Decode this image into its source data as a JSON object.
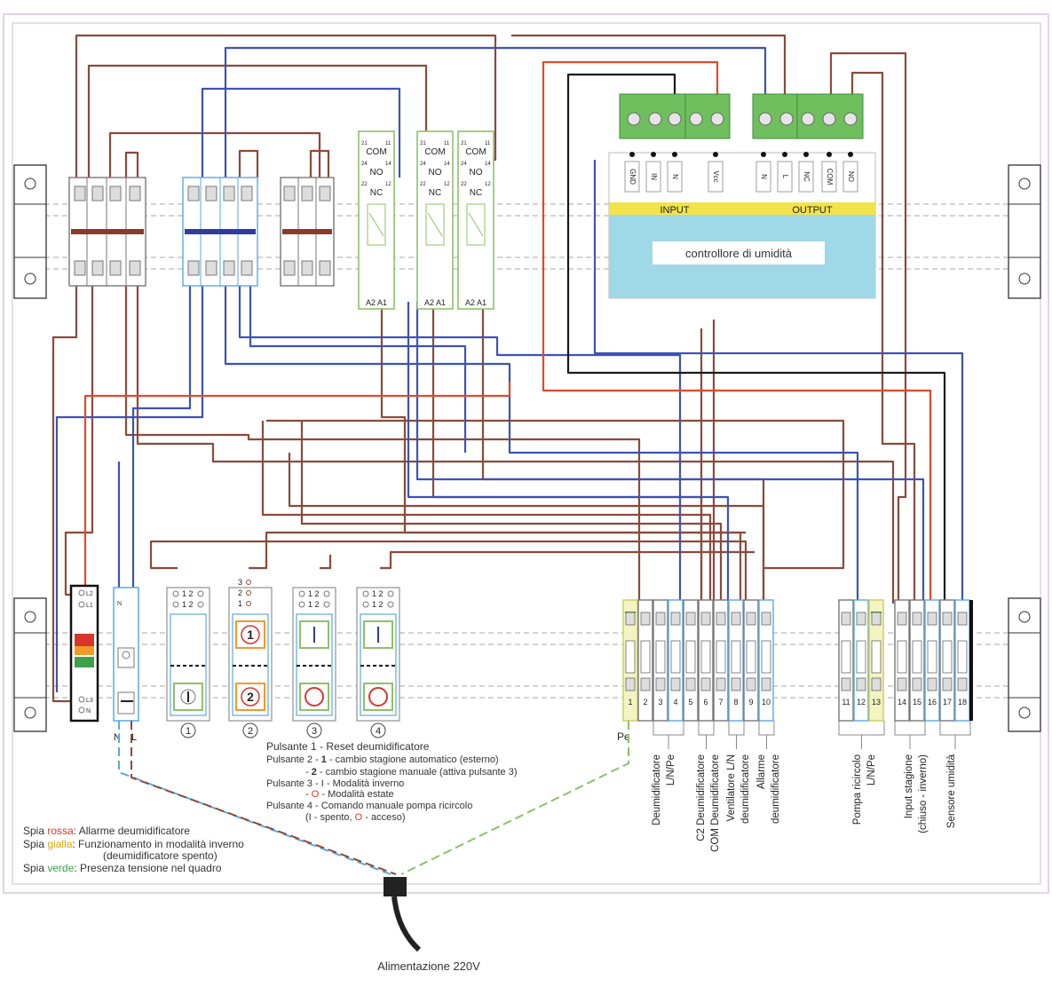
{
  "controller": {
    "title": "controllore di umidità",
    "input_label": "INPUT",
    "output_label": "OUTPUT",
    "input_pins": [
      "GND",
      "IN",
      "N",
      "Vcc"
    ],
    "output_pins": [
      "N",
      "L",
      "NC",
      "COM",
      "NO"
    ]
  },
  "relays": {
    "com": "COM",
    "no": "NO",
    "nc": "NC",
    "coil": "A2 A1",
    "pin_top_left": "21",
    "pin_top_right": "11",
    "pin_mid_left": "24",
    "pin_mid_right": "14",
    "pin_bot_left": "22",
    "pin_bot_right": "12"
  },
  "buttons": {
    "numbers": [
      "1",
      "2",
      "3",
      "4"
    ],
    "pin_pair": "1 2",
    "pin_3": "3",
    "pin_2": "2",
    "pin_1": "1",
    "face_1": "1",
    "face_2": "2"
  },
  "breaker": {
    "n": "N",
    "l": "L",
    "n_pin": "N"
  },
  "lamps": {
    "l1": "L1",
    "l2": "L2",
    "l3": "L3",
    "n": "N"
  },
  "terminals": {
    "pe_label": "Pe",
    "numbers": [
      "1",
      "2",
      "3",
      "4",
      "5",
      "6",
      "7",
      "8",
      "9",
      "10",
      "11",
      "12",
      "13",
      "14",
      "15",
      "16",
      "17",
      "18"
    ],
    "groups": [
      {
        "line1": "Deumidificatore",
        "line2": "L/N/Pe"
      },
      {
        "line1": "C2 Deumidificatore",
        "line2": "COM Deumidificatore"
      },
      {
        "line1": "Ventilatore L/N",
        "line2": "deumidificatore"
      },
      {
        "line1": "Allarme",
        "line2": "deumidificatore"
      },
      {
        "line1": "Pompa ricircolo",
        "line2": "L/N/Pe"
      },
      {
        "line1": "Input stagione",
        "line2": "(chiuso - inverno)"
      },
      {
        "line1": "Sensore umidità",
        "line2": ""
      }
    ]
  },
  "notes": {
    "p1": "Pulsante 1 - Reset deumidificatore",
    "p2a_pre": "Pulsante 2 - ",
    "p2a_bold": "1",
    "p2a_post": " - cambio stagione automatico (esterno)",
    "p2b_pre": "- ",
    "p2b_bold": "2",
    "p2b_post": " - cambio stagione manuale (attiva pulsante 3)",
    "p3": "Pulsante 3 - I - Modalità inverno",
    "p3b_pre": "- ",
    "p3b_o": "O",
    "p3b_post": " - Modalità estate",
    "p4": "Pulsante 4 - Comando manuale pompa ricircolo",
    "p4b_pre": "(I - spento, ",
    "p4b_o": "O",
    "p4b_post": " - acceso)"
  },
  "legend": {
    "red_pre": "Spia ",
    "red_word": "rossa",
    "red_post": ": Allarme deumidificatore",
    "yellow_pre": "Spia ",
    "yellow_word": "gialla",
    "yellow_post": ": Funzionamento in modalità inverno",
    "yellow_line2": "(deumidificatore spento)",
    "green_pre": "Spia ",
    "green_word": "verde",
    "green_post": ": Presenza tensione nel quadro"
  },
  "power": {
    "label": "Alimentazione 220V"
  },
  "colors": {
    "brown": "#8b4a3a",
    "blue": "#3d52b8",
    "red": "#e04a2a",
    "black": "#1a1a1a",
    "green_module": "#8fc06a",
    "light_blue_module": "#5aa9e0",
    "controller_body": "#9fd8e6",
    "controller_band": "#f2e34a",
    "lamp_red": "#d8362a",
    "lamp_orange": "#f09a2a",
    "lamp_green": "#3ea04a",
    "legend_red": "#d8362a",
    "legend_yellow": "#d9a400",
    "legend_green": "#3ea04a"
  }
}
